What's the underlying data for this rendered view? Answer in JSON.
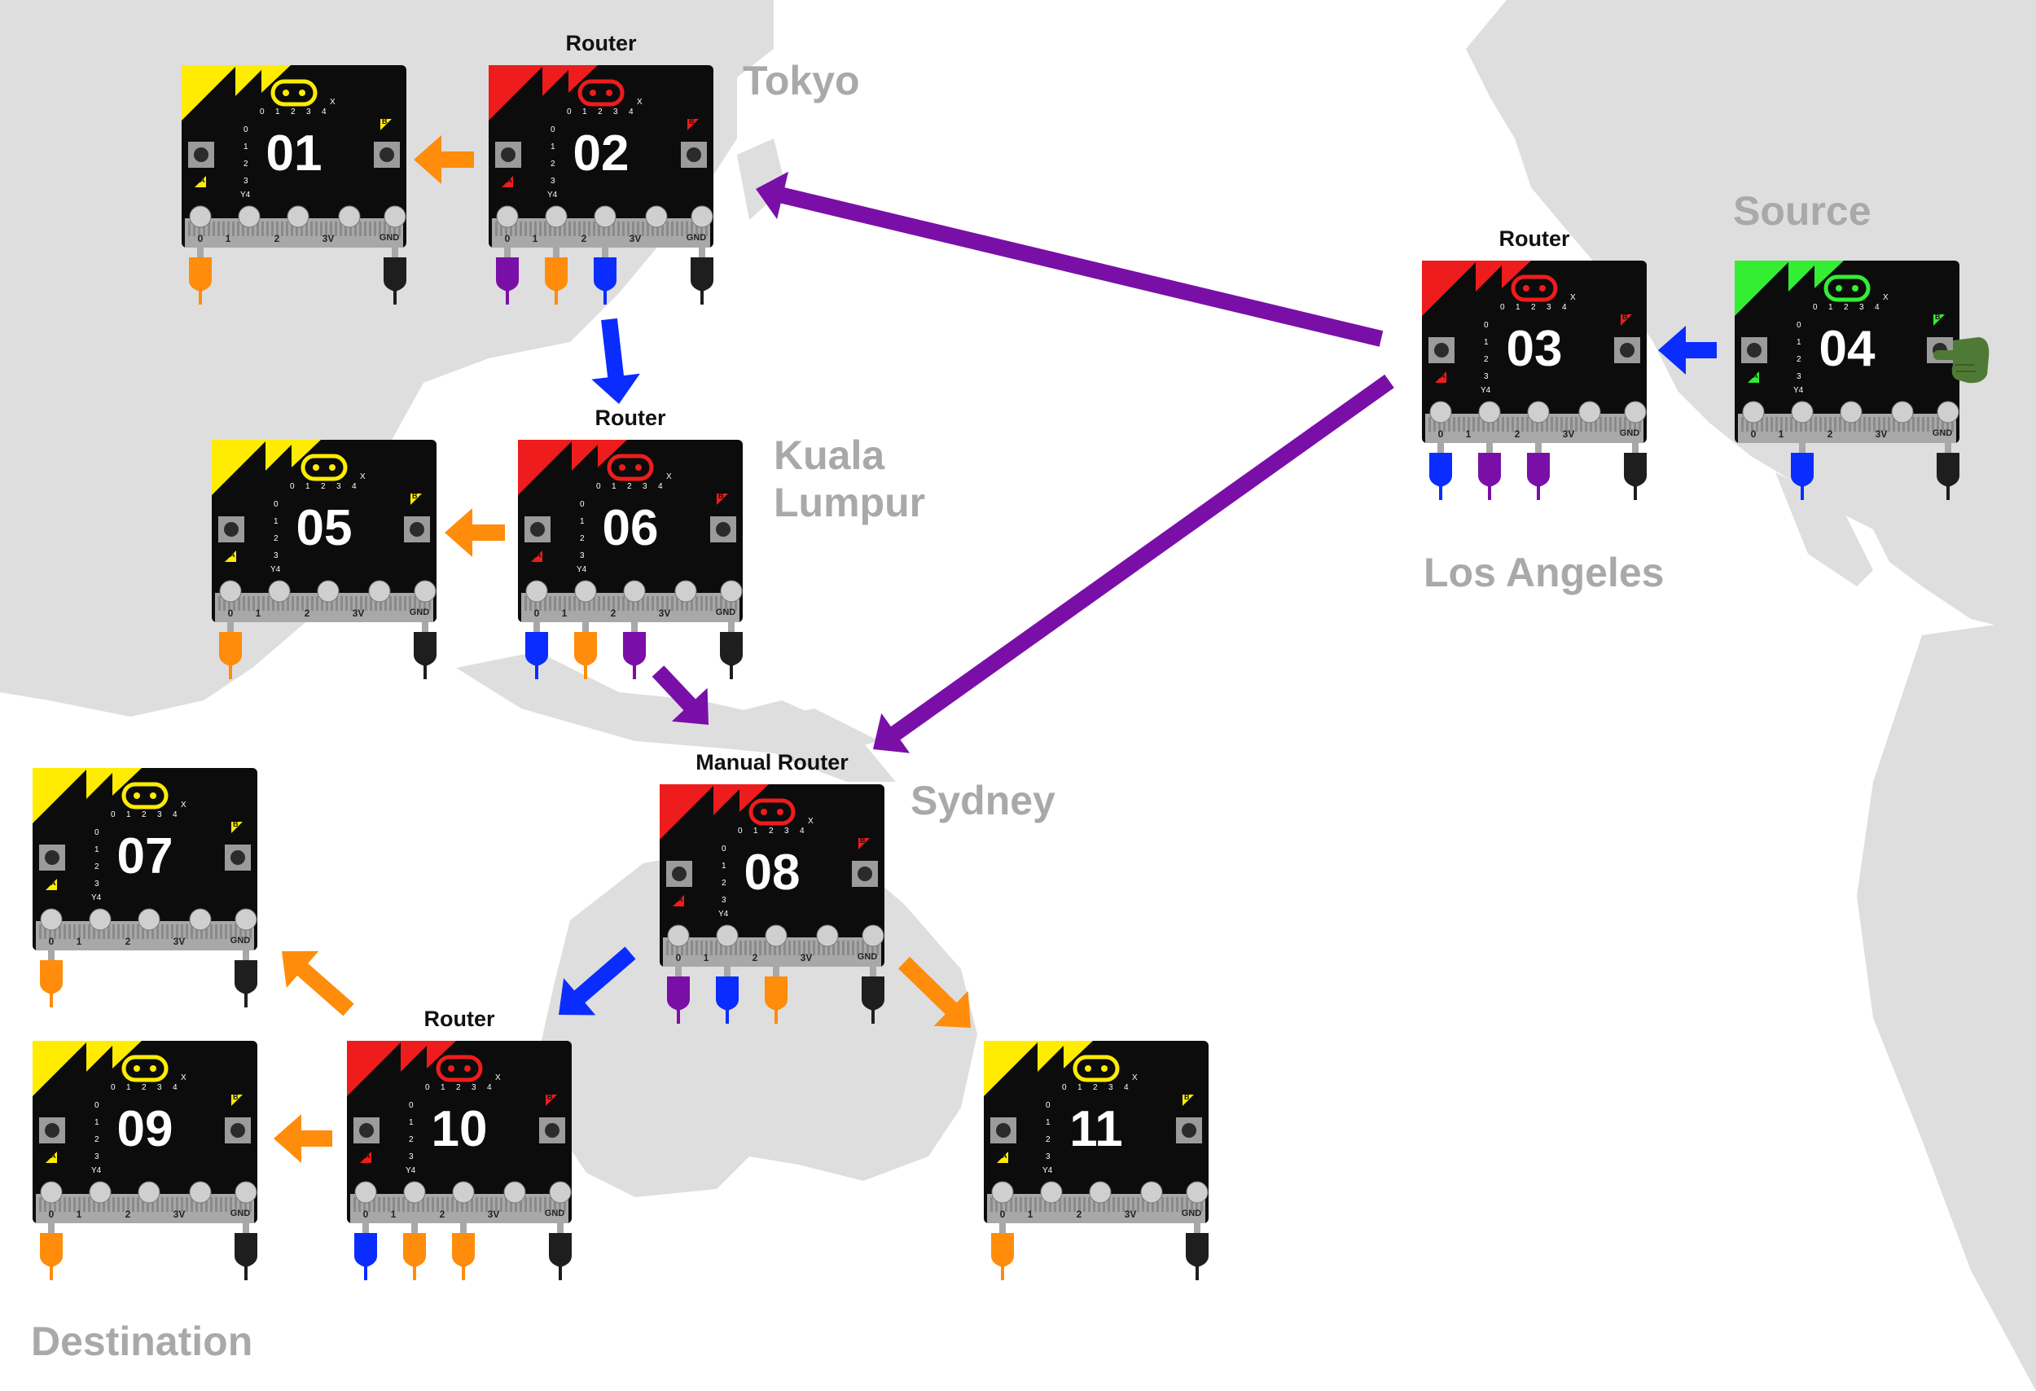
{
  "places": {
    "tokyo": "Tokyo",
    "source": "Source",
    "kuala_lumpur": "Kuala\nLumpur",
    "los_angeles": "Los Angeles",
    "sydney": "Sydney",
    "destination": "Destination"
  },
  "captions": {
    "router": "Router",
    "manual_router": "Manual Router"
  },
  "pin_labels": [
    "0",
    "1",
    "2",
    "3V",
    "GND"
  ],
  "matrix": {
    "cols": [
      "0",
      "1",
      "2",
      "3",
      "4"
    ],
    "x_label": "X",
    "rows": [
      "0",
      "1",
      "2",
      "3"
    ],
    "y_label": "Y4",
    "button_a": "A",
    "button_b": "B"
  },
  "colors": {
    "router": "#ee1c1c",
    "endpoint": "#ffec00",
    "source": "#33ee33",
    "blue": "#0a2cff",
    "purple": "#7a0fa8",
    "orange": "#ff8c0a",
    "black": "#1e1e1e",
    "map_land": "#dedede",
    "hand": "#4f7a35"
  },
  "boards": [
    {
      "id": "01",
      "role": "endpoint",
      "caption": "",
      "plugs": [
        "orange",
        null,
        null,
        null,
        "black"
      ]
    },
    {
      "id": "02",
      "role": "router",
      "caption": "Router",
      "plugs": [
        "purple",
        "orange",
        "blue",
        null,
        "black"
      ]
    },
    {
      "id": "03",
      "role": "router",
      "caption": "Router",
      "plugs": [
        "blue",
        "purple",
        "purple",
        null,
        "black"
      ]
    },
    {
      "id": "04",
      "role": "source",
      "caption": "",
      "plugs": [
        null,
        "blue",
        null,
        null,
        "black"
      ],
      "pressed": "hand-icon"
    },
    {
      "id": "05",
      "role": "endpoint",
      "caption": "",
      "plugs": [
        "orange",
        null,
        null,
        null,
        "black"
      ]
    },
    {
      "id": "06",
      "role": "router",
      "caption": "Router",
      "plugs": [
        "blue",
        "orange",
        "purple",
        null,
        "black"
      ]
    },
    {
      "id": "07",
      "role": "endpoint",
      "caption": "",
      "plugs": [
        "orange",
        null,
        null,
        null,
        "black"
      ]
    },
    {
      "id": "08",
      "role": "router",
      "caption": "Manual Router",
      "plugs": [
        "purple",
        "blue",
        "orange",
        null,
        "black"
      ]
    },
    {
      "id": "09",
      "role": "endpoint",
      "caption": "",
      "plugs": [
        "orange",
        null,
        null,
        null,
        "black"
      ]
    },
    {
      "id": "10",
      "role": "router",
      "caption": "Router",
      "plugs": [
        "blue",
        "orange",
        "orange",
        null,
        "black"
      ]
    },
    {
      "id": "11",
      "role": "endpoint",
      "caption": "",
      "plugs": [
        "orange",
        null,
        null,
        null,
        "black"
      ]
    }
  ],
  "links": [
    {
      "from": "04",
      "to": "03",
      "color": "blue"
    },
    {
      "from": "03",
      "to": "02",
      "color": "purple"
    },
    {
      "from": "03",
      "to": "08",
      "color": "purple"
    },
    {
      "from": "02",
      "to": "01",
      "color": "orange"
    },
    {
      "from": "02",
      "to": "06",
      "color": "blue"
    },
    {
      "from": "06",
      "to": "05",
      "color": "orange"
    },
    {
      "from": "06",
      "to": "08",
      "color": "purple"
    },
    {
      "from": "08",
      "to": "10",
      "color": "blue"
    },
    {
      "from": "08",
      "to": "11",
      "color": "orange"
    },
    {
      "from": "10",
      "to": "07",
      "color": "orange"
    },
    {
      "from": "10",
      "to": "09",
      "color": "orange"
    }
  ]
}
